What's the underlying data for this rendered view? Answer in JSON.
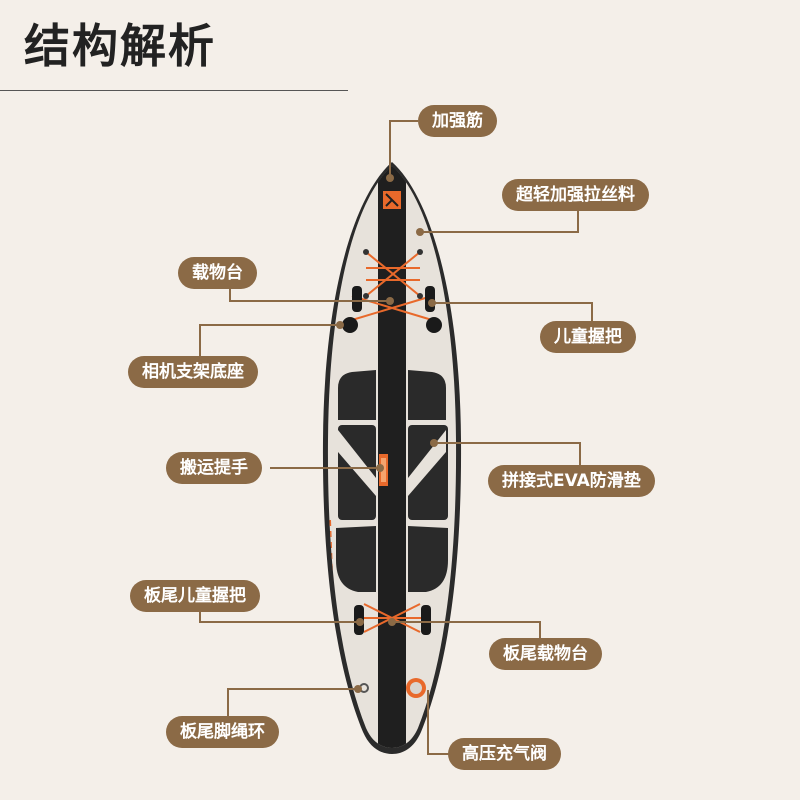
{
  "title": "结构解析",
  "colors": {
    "background": "#f4efe9",
    "pill": "#8b6a46",
    "pill_text": "#ffffff",
    "leader": "#8b6a46",
    "board_body": "#e7e2db",
    "board_rim": "#2b2b2b",
    "deck_pad": "#2a2a2a",
    "accent": "#e8692b"
  },
  "labels": {
    "reinforcement_rib": "加强筋",
    "drop_stitch": "超轻加强拉丝料",
    "cargo_area": "载物台",
    "kids_handle": "儿童握把",
    "camera_mount": "相机支架底座",
    "carry_handle": "搬运提手",
    "eva_pad": "拼接式EVA防滑垫",
    "tail_kids_handle": "板尾儿童握把",
    "tail_cargo": "板尾载物台",
    "leash_ring": "板尾脚绳环",
    "valve": "高压充气阀"
  },
  "icons": [
    "brand-logo-icon",
    "valve-icon",
    "d-ring-icon"
  ]
}
